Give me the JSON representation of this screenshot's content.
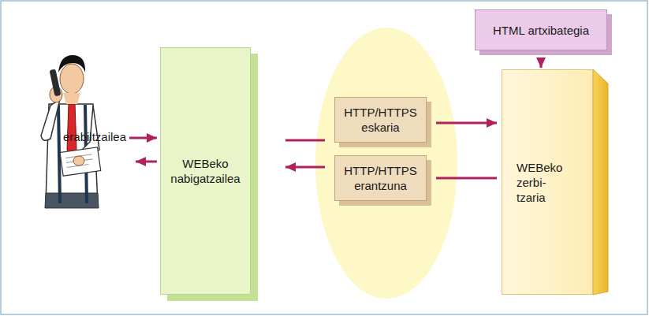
{
  "diagram": {
    "nodes": [
      {
        "text": [
          "erabiltzailea"
        ]
      },
      {
        "text": [
          "WEBeko nabigatzailea"
        ]
      },
      {
        "text": [
          "HTTP/HTTPS eskaria"
        ]
      },
      {
        "text": [
          "HTTP/HTTPS erantzuna"
        ]
      },
      {
        "text": [
          "HTML artxibategia"
        ]
      },
      {
        "text": [
          "WEBeko zerbi- tzaria"
        ]
      }
    ],
    "edges": [
      {
        "from": 0,
        "to": 1,
        "arrow": "to"
      },
      {
        "from": 1,
        "to": 0,
        "arrow": "to"
      },
      {
        "from": 1,
        "to": 2,
        "arrow": "none"
      },
      {
        "from": 2,
        "to": 5,
        "arrow": "to"
      },
      {
        "from": 5,
        "to": 3,
        "arrow": "none"
      },
      {
        "from": 3,
        "to": 1,
        "arrow": "to"
      },
      {
        "from": 4,
        "to": 5,
        "arrow": "to"
      }
    ]
  }
}
